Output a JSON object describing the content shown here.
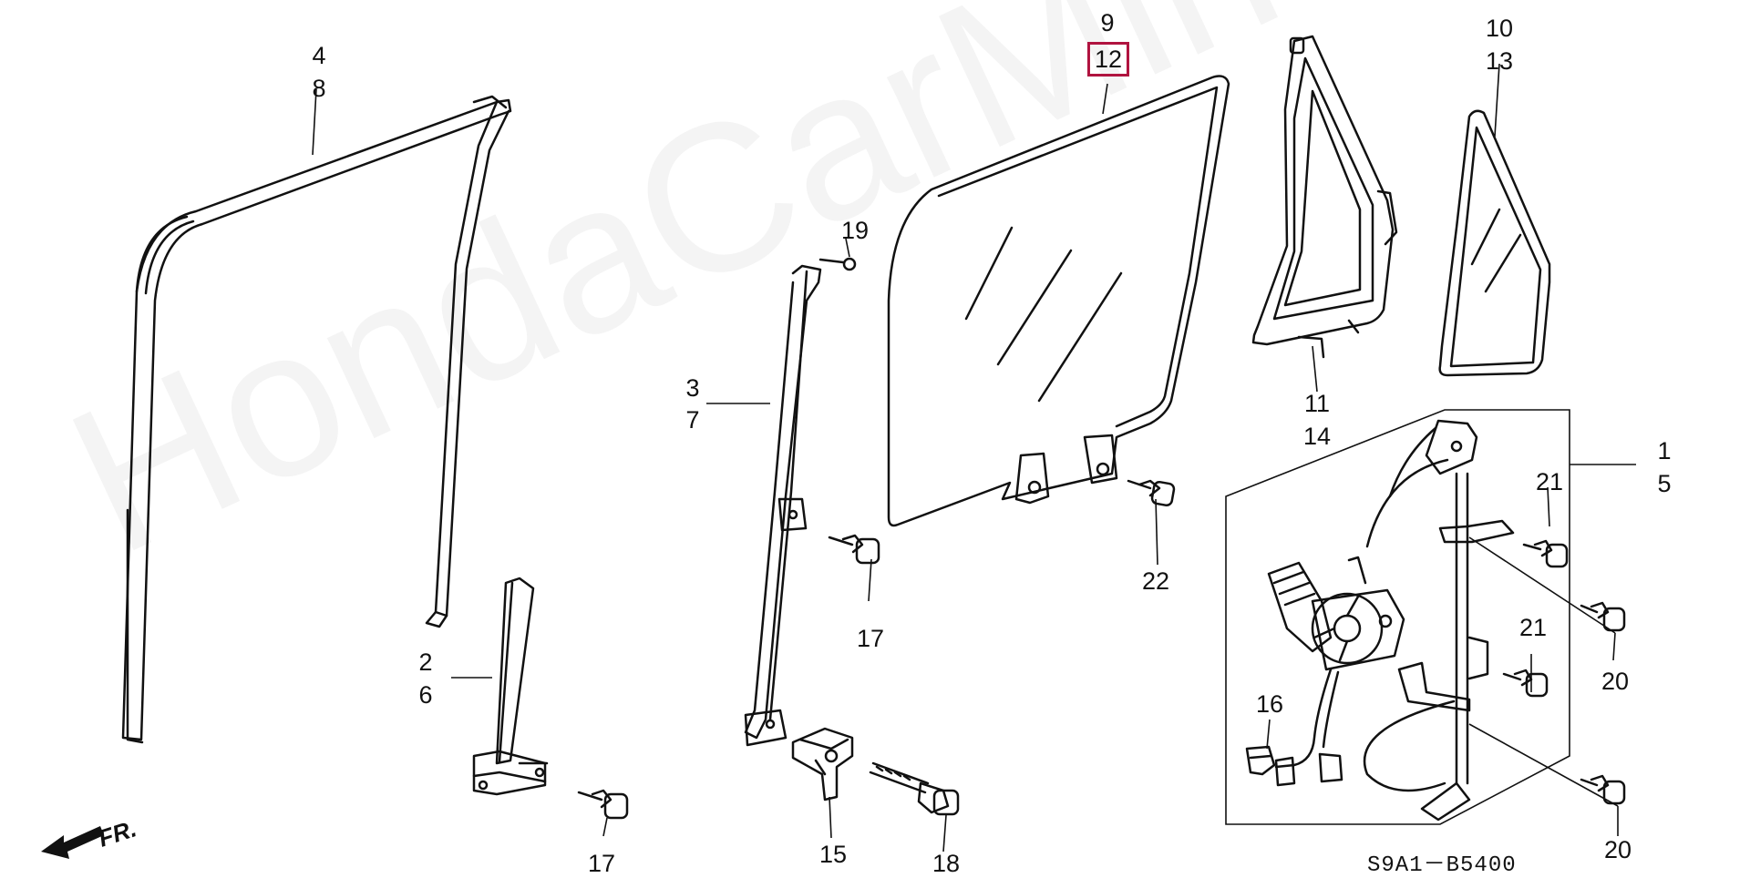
{
  "watermark": "HondaCarMine.ru",
  "diagram_code": "S9A1－B5400",
  "direction_label": "FR.",
  "callouts": [
    {
      "id": "c4-8",
      "top": "4",
      "bottom": "8",
      "highlight": false
    },
    {
      "id": "c9-12",
      "top": "9",
      "bottom": "12",
      "highlight": true
    },
    {
      "id": "c10-13",
      "top": "10",
      "bottom": "13",
      "highlight": false
    },
    {
      "id": "c19",
      "top": "19",
      "bottom": "",
      "highlight": false
    },
    {
      "id": "c3-7",
      "top": "3",
      "bottom": "7",
      "highlight": false
    },
    {
      "id": "c11-14",
      "top": "11",
      "bottom": "14",
      "highlight": false
    },
    {
      "id": "c1-5",
      "top": "1",
      "bottom": "5",
      "highlight": false
    },
    {
      "id": "c21a",
      "top": "21",
      "bottom": "",
      "highlight": false
    },
    {
      "id": "c22",
      "top": "22",
      "bottom": "",
      "highlight": false
    },
    {
      "id": "c17a",
      "top": "17",
      "bottom": "",
      "highlight": false
    },
    {
      "id": "c2-6",
      "top": "2",
      "bottom": "6",
      "highlight": false
    },
    {
      "id": "c20a",
      "top": "20",
      "bottom": "",
      "highlight": false
    },
    {
      "id": "c21b",
      "top": "21",
      "bottom": "",
      "highlight": false
    },
    {
      "id": "c16",
      "top": "16",
      "bottom": "",
      "highlight": false
    },
    {
      "id": "c15",
      "top": "15",
      "bottom": "",
      "highlight": false
    },
    {
      "id": "c18",
      "top": "18",
      "bottom": "",
      "highlight": false
    },
    {
      "id": "c17b",
      "top": "17",
      "bottom": "",
      "highlight": false
    },
    {
      "id": "c20b",
      "top": "20",
      "bottom": "",
      "highlight": false
    }
  ]
}
